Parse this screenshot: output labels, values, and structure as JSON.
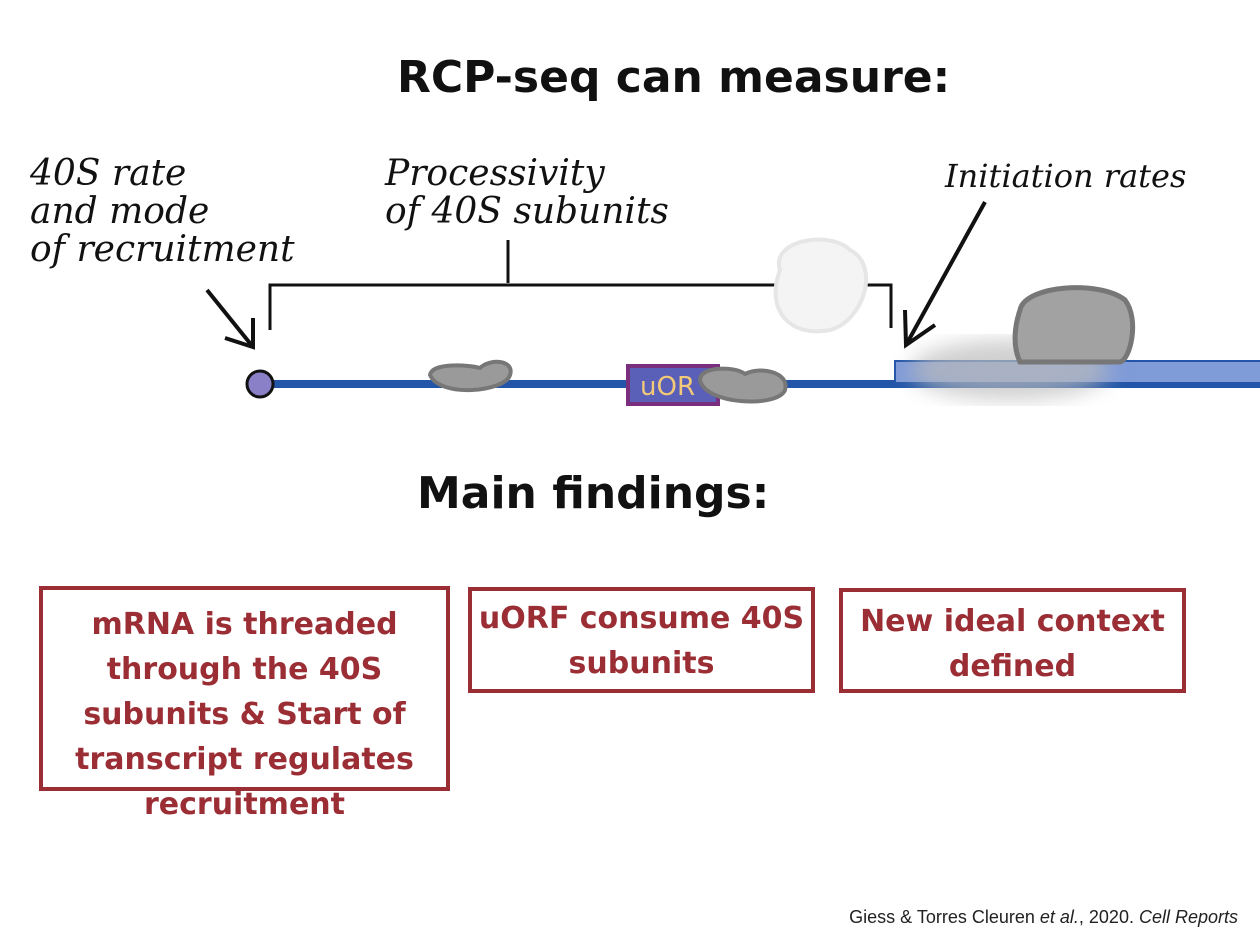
{
  "title": "RCP-seq can measure:",
  "labels": {
    "recruitment": "40S rate\nand mode\nof recruitment",
    "processivity": "Processivity\nof 40S subunits",
    "initiation": "Initiation rates",
    "uorf": "uOR"
  },
  "findings_title": "Main findings:",
  "findings": [
    "mRNA is threaded through the 40S subunits & Start of transcript regulates recruitment",
    "uORF consume 40S subunits",
    "New ideal context defined"
  ],
  "citation": {
    "authors": "Giess & Torres Cleuren ",
    "etal": "et al.",
    "year": ", 2020. ",
    "journal": "Cell Reports"
  },
  "colors": {
    "mrna": "#2356a8",
    "cds": "#7f9bd8",
    "uorf": "#5a5fb8",
    "uorf_border": "#7a2f7e",
    "ribosome": "#8a8a8a",
    "finding": "#9a2e34",
    "cap": "#8a80c8"
  }
}
